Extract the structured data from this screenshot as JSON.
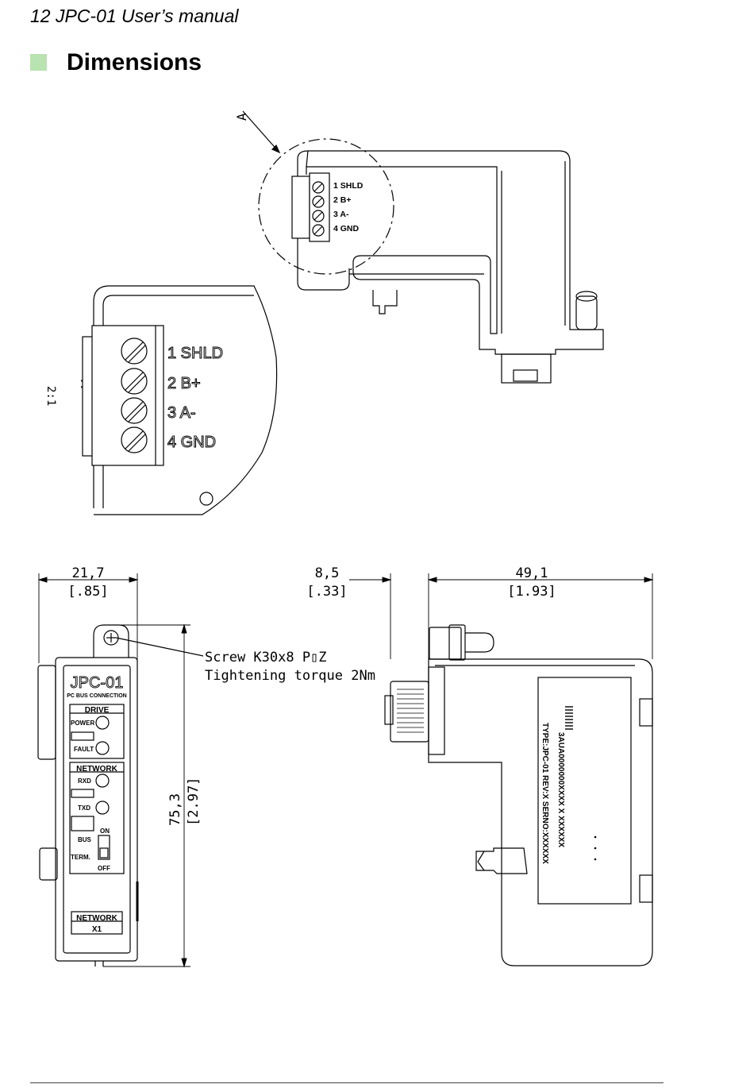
{
  "header": {
    "running_title": "12  JPC-01 User’s manual"
  },
  "section": {
    "title": "Dimensions",
    "marker_color": "#b9e3b0"
  },
  "detail_view": {
    "view_letter": "A",
    "scale": "2:1",
    "terminals_small": [
      "1  SHLD",
      "2  B+",
      "3  A-",
      "4  GND"
    ],
    "terminals_large": [
      "1  SHLD",
      "2  B+",
      "3  A-",
      "4  GND"
    ]
  },
  "dimensions": {
    "width_mm": "21,7",
    "width_in": "[.85]",
    "depth_a_mm": "8,5",
    "depth_a_in": "[.33]",
    "depth_b_mm": "49,1",
    "depth_b_in": "[1.93]",
    "height_mm": "75,3",
    "height_in": "[2.97]"
  },
  "screw_note": {
    "line1": "Screw K30x8 P▯Z",
    "line2": "Tightening torque 2Nm"
  },
  "front_panel": {
    "model": "JPC-01",
    "subtitle": "PC BUS CONNECTION",
    "drive_group": "DRIVE",
    "power_led": "POWER",
    "fault_led": "FAULT",
    "network_group": "NETWORK",
    "rxd_led": "RXD",
    "txd_led": "TXD",
    "switch_on": "ON",
    "switch_bus": "BUS",
    "switch_term": "TERM.",
    "switch_off": "OFF",
    "connector_name": "NETWORK",
    "connector_id": "X1"
  },
  "side_label": {
    "line1": "3AUA0000000XXXX  X  XXXXXX",
    "line2": "TYPE:JPC-01  REV:X  SERNO:XXXXXX"
  }
}
